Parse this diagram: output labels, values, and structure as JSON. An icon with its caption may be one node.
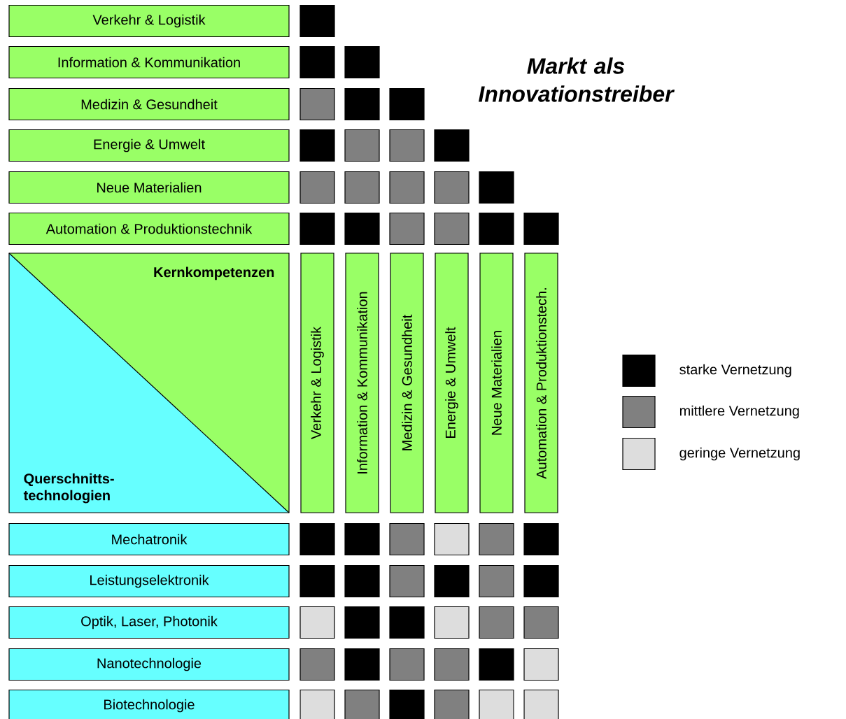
{
  "diagram": {
    "title": "Markt als Innovationstreiber",
    "nodes": [
      {
        "text": [
          "Verkehr & Logistik"
        ]
      },
      {
        "text": [
          "Information & Kommunikation"
        ]
      },
      {
        "text": [
          "Medizin & Gesundheit"
        ]
      },
      {
        "text": [
          "Energie & Umwelt"
        ]
      },
      {
        "text": [
          "Neue Materialien"
        ]
      },
      {
        "text": [
          "Automation & Produktionstechnik"
        ]
      },
      {
        "text": [
          "Kernkompetenzen"
        ]
      },
      {
        "text": [
          "Querschnitts- technologien"
        ]
      },
      {
        "text": [
          "Verkehr & Logistik"
        ]
      },
      {
        "text": [
          "Information & Kommunikation"
        ]
      },
      {
        "text": [
          "Medizin & Gesundheit"
        ]
      },
      {
        "text": [
          "Energie & Umwelt"
        ]
      },
      {
        "text": [
          "Neue Materialien"
        ]
      },
      {
        "text": [
          "Automation & Produktionstech."
        ]
      },
      {
        "text": [
          "Mechatronik"
        ]
      },
      {
        "text": [
          "Leistungselektronik"
        ]
      },
      {
        "text": [
          "Optik, Laser, Photonik"
        ]
      },
      {
        "text": [
          "Nanotechnologie"
        ]
      },
      {
        "text": [
          "Biotechnologie"
        ]
      }
    ],
    "legend": [
      {
        "text": "starke Vernetzung",
        "color": "#000000"
      },
      {
        "text": "mittlere Vernetzung",
        "color": "#808080"
      },
      {
        "text": "geringe Vernetzung",
        "color": "#dddddd"
      }
    ]
  }
}
